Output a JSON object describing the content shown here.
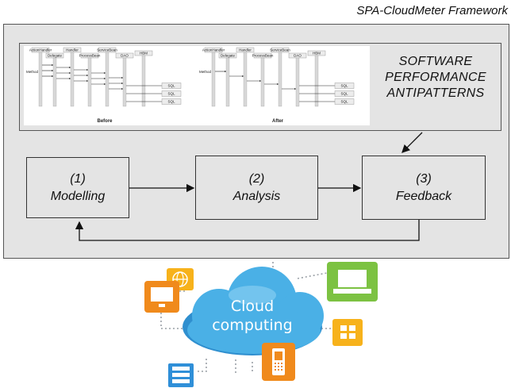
{
  "framework_title": "SPA-CloudMeter Framework",
  "antipatterns_label": [
    "SOFTWARE",
    "PERFORMANCE",
    "ANTIPATTERNS"
  ],
  "sequence_diagram": {
    "before_caption": "Before",
    "after_caption": "After",
    "lifelines": [
      "ActionHandler",
      "Delegate",
      "Handler",
      "ProcessBean",
      "ServiceBean",
      "DAO",
      "HBM"
    ],
    "method_label": "Method",
    "sql_label": "SQL"
  },
  "stages": [
    {
      "number": "(1)",
      "label": "Modelling"
    },
    {
      "number": "(2)",
      "label": "Analysis"
    },
    {
      "number": "(3)",
      "label": "Feedback"
    }
  ],
  "cloud": {
    "line1": "Cloud",
    "line2": "computing"
  },
  "colors": {
    "panel": "#e4e4e4",
    "cloud": "#4ab0e6",
    "orange": "#f08a1c",
    "green": "#7cc242",
    "blue": "#2f8fd8",
    "yellow": "#f7b21b"
  }
}
